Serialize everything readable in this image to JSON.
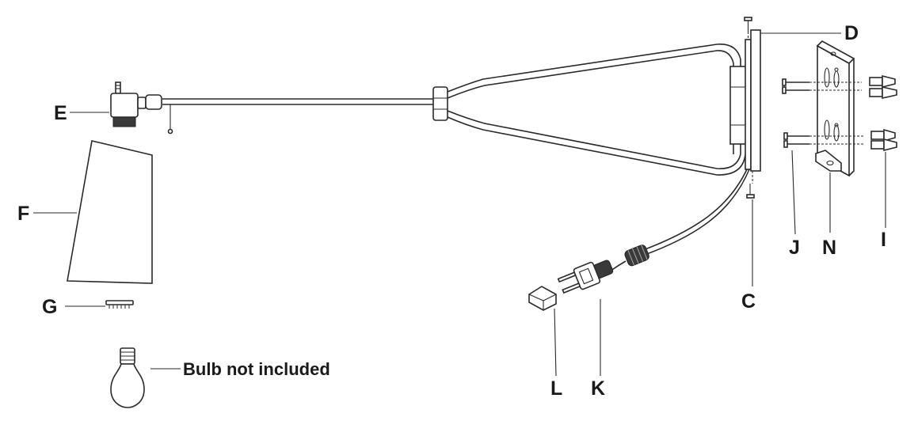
{
  "labels": {
    "c": "C",
    "d": "D",
    "e": "E",
    "f": "F",
    "g": "G",
    "i": "I",
    "j": "J",
    "k": "K",
    "l": "L",
    "n": "N"
  },
  "note": "Bulb not included"
}
